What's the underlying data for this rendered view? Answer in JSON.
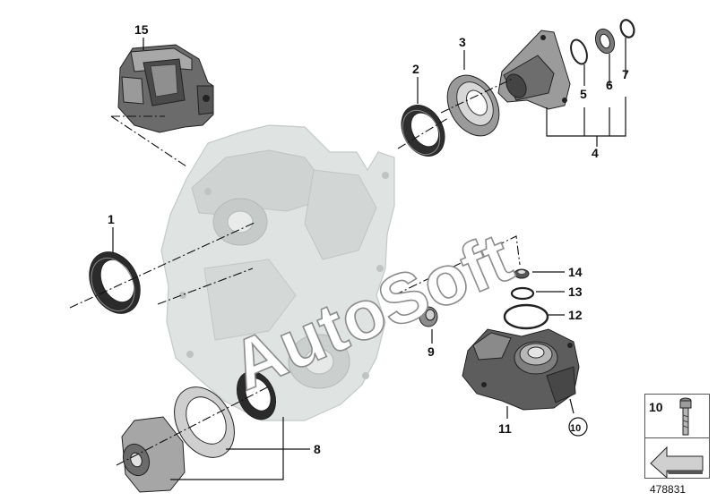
{
  "watermark": "AutoSoft",
  "catalog_number": "478831",
  "reference_box": {
    "label": "10"
  },
  "callouts": [
    {
      "id": "c1",
      "text": "1"
    },
    {
      "id": "c2",
      "text": "2"
    },
    {
      "id": "c3",
      "text": "3"
    },
    {
      "id": "c4",
      "text": "4"
    },
    {
      "id": "c5",
      "text": "5"
    },
    {
      "id": "c6",
      "text": "6"
    },
    {
      "id": "c7",
      "text": "7"
    },
    {
      "id": "c8",
      "text": "8"
    },
    {
      "id": "c9",
      "text": "9"
    },
    {
      "id": "c10",
      "text": "10"
    },
    {
      "id": "c11",
      "text": "11"
    },
    {
      "id": "c12",
      "text": "12"
    },
    {
      "id": "c13",
      "text": "13"
    },
    {
      "id": "c14",
      "text": "14"
    },
    {
      "id": "c15",
      "text": "15"
    }
  ],
  "colors": {
    "housing": "#d9dddd",
    "part_dark": "#3a3a3a",
    "part_mid": "#8a8a8a",
    "part_light": "#c8c8c8"
  }
}
